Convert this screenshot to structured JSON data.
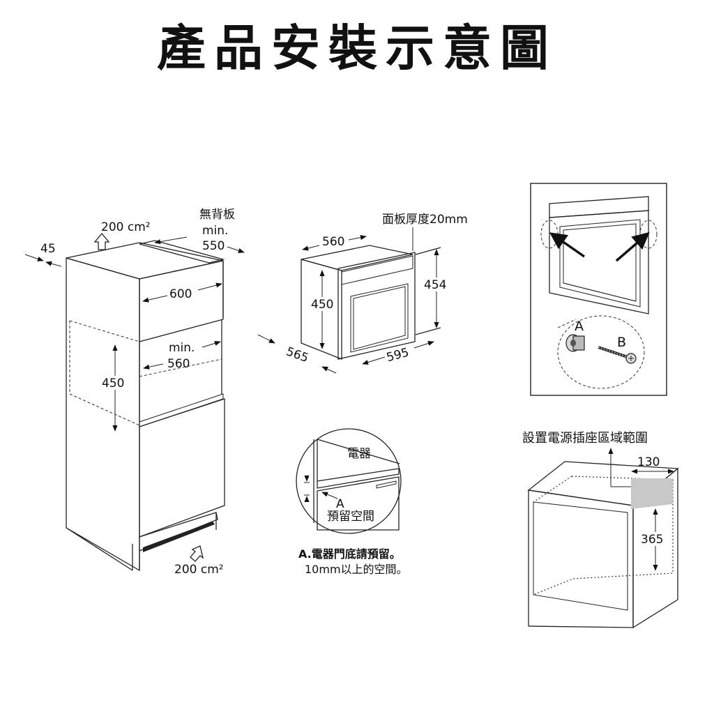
{
  "title": "產品安裝示意圖",
  "cabinet": {
    "vent_top": "200 cm²",
    "depth_45": "45",
    "no_back_panel": "無背板",
    "min_550_a": "min.",
    "min_550_b": "550",
    "width_600": "600",
    "min_560_a": "min.",
    "min_560_b": "560",
    "height_450": "450",
    "vent_bottom": "200 cm²"
  },
  "oven": {
    "panel_thickness": "面板厚度20mm",
    "width_560": "560",
    "height_450": "450",
    "height_454": "454",
    "depth_565": "565",
    "width_595": "595"
  },
  "fixing": {
    "label_a": "A",
    "label_b": "B"
  },
  "detail": {
    "appliance": "電器",
    "label_a": "A",
    "reserved_space": "預留空間",
    "note_line1": "A.電器門底請預留。",
    "note_line2": "10mm以上的空間。"
  },
  "socket": {
    "heading": "設置電源插座區域範圍",
    "width_130": "130",
    "height_365": "365"
  }
}
